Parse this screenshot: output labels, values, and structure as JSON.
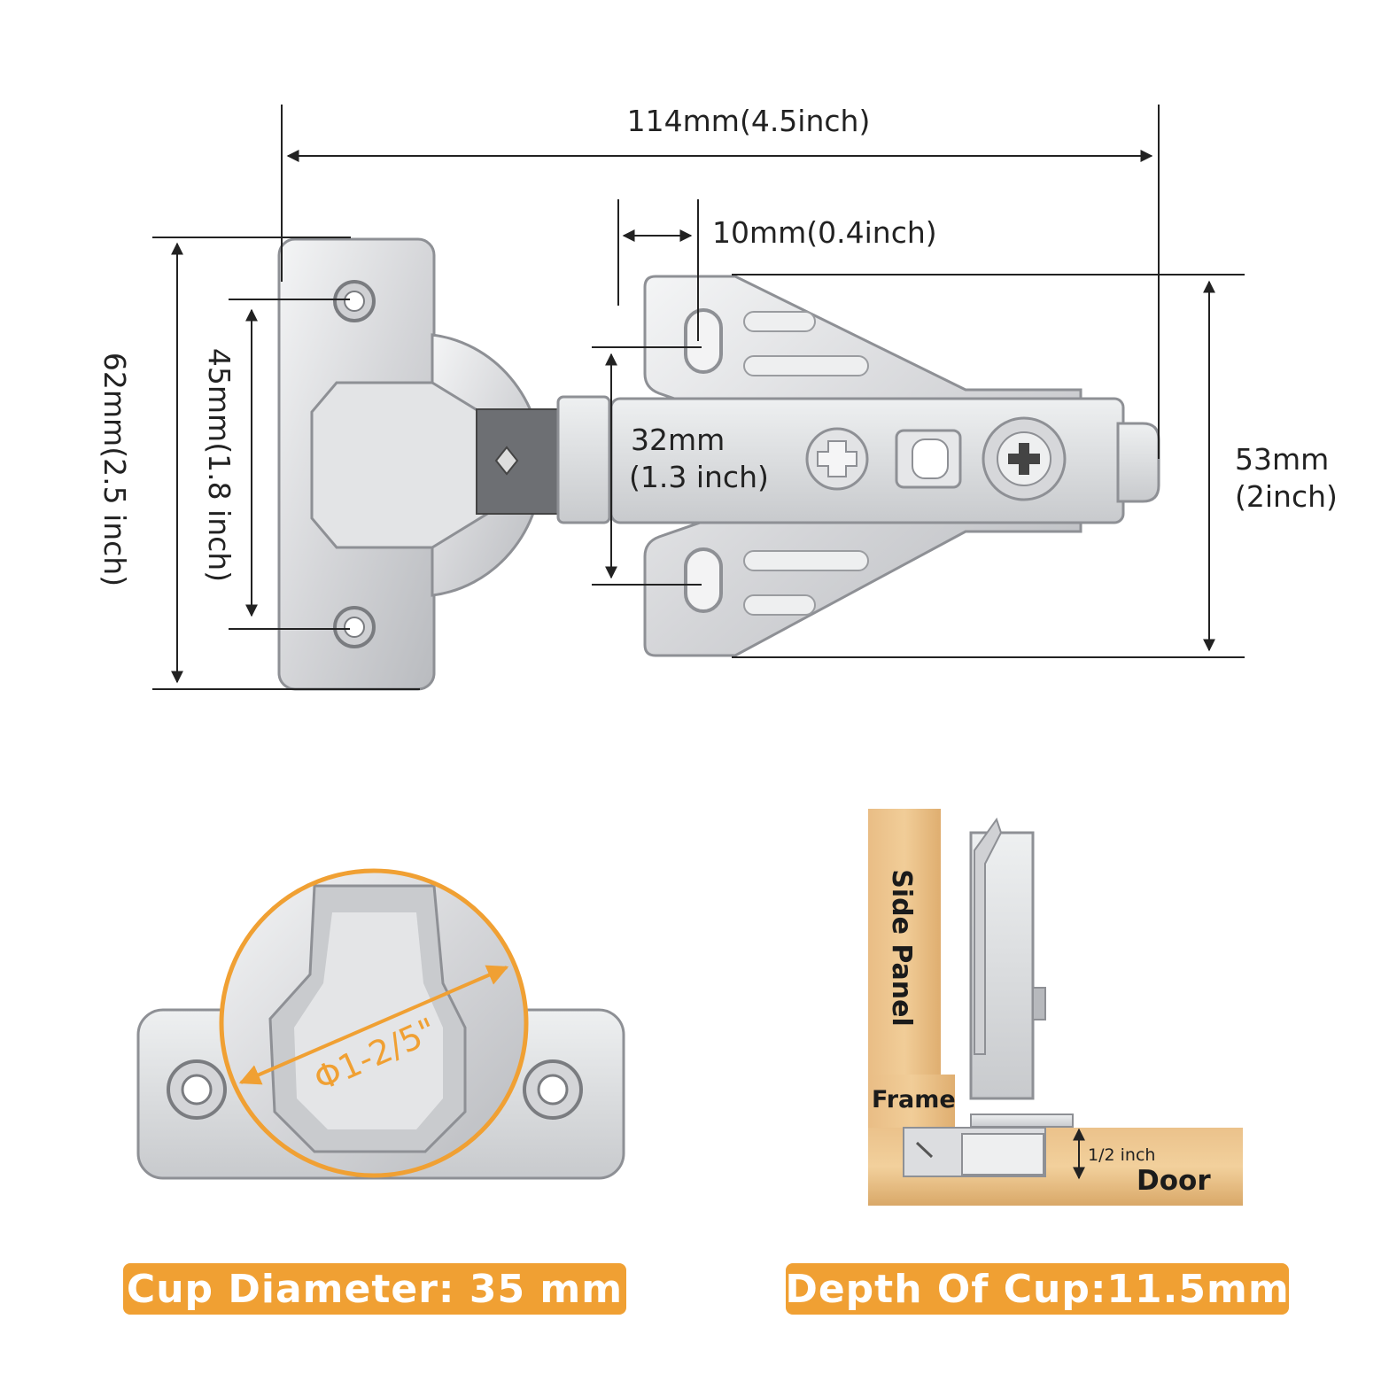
{
  "dimensions": {
    "overall_length": "114mm(4.5inch)",
    "slot_offset": "10mm(0.4inch)",
    "plate_height": "62mm(2.5 inch)",
    "hole_spacing": "45mm(1.8 inch)",
    "arm_hole_spacing_line1": "32mm",
    "arm_hole_spacing_line2": "(1.3 inch)",
    "arm_height_line1": "53mm",
    "arm_height_line2": "(2inch)"
  },
  "cup_view": {
    "diameter_label": "Φ1-2/5\""
  },
  "install_view": {
    "side_panel_label": "Side Panel",
    "frame_label": "Frame",
    "door_label": "Door",
    "depth_marker_label": "1/2 inch"
  },
  "badges": {
    "cup_diameter": "Cup Diameter: 35 mm",
    "cup_depth": "Depth Of Cup:11.5mm"
  },
  "colors": {
    "accent": "#f0a033",
    "metal": "#d9dadd",
    "metal_dark": "#8e9095",
    "wood": "#e6b77c",
    "line": "#222222"
  }
}
